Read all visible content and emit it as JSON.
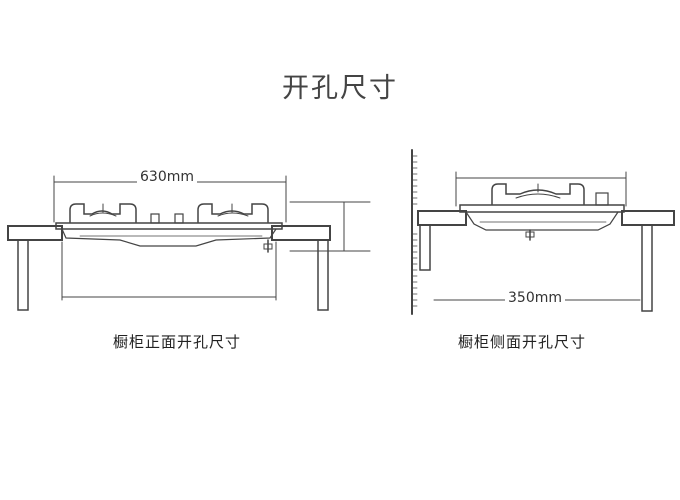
{
  "title": "开孔尺寸",
  "front_view": {
    "width_label": "630mm",
    "caption": "橱柜正面开孔尺寸"
  },
  "side_view": {
    "width_label": "350mm",
    "caption": "橱柜侧面开孔尺寸"
  }
}
